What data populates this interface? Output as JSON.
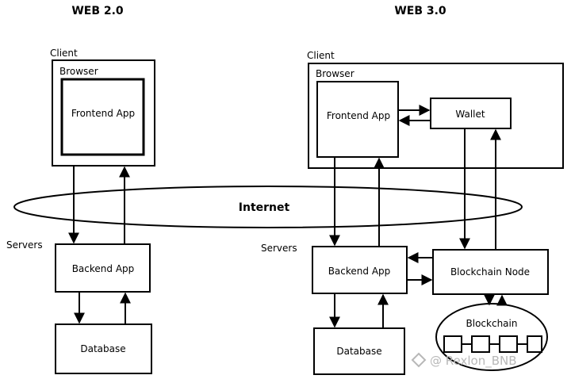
{
  "web2": {
    "heading": "WEB 2.0",
    "client_label": "Client",
    "browser_label": "Browser",
    "frontend_label": "Frontend App",
    "servers_label": "Servers",
    "backend_label": "Backend App",
    "database_label": "Database"
  },
  "web3": {
    "heading": "WEB 3.0",
    "client_label": "Client",
    "browser_label": "Browser",
    "frontend_label": "Frontend App",
    "wallet_label": "Wallet",
    "servers_label": "Servers",
    "backend_label": "Backend App",
    "blockchain_node_label": "Blockchain Node",
    "blockchain_label": "Blockchain",
    "database_label": "Database"
  },
  "internet_label": "Internet",
  "watermark": "@ Rexlon_BNB"
}
